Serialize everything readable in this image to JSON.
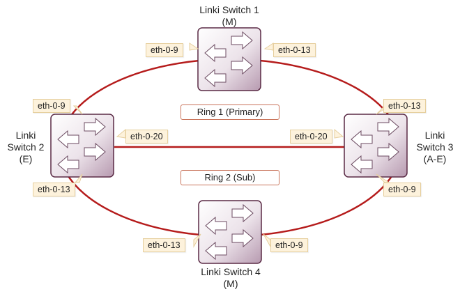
{
  "switches": {
    "s1": {
      "line1": "Linki Switch 1",
      "line2": "(M)"
    },
    "s2": {
      "line1": "Linki",
      "line2": "Switch 2",
      "line3": "(E)"
    },
    "s3": {
      "line1": "Linki",
      "line2": "Switch 3",
      "line3": "(A-E)"
    },
    "s4": {
      "line1": "Linki Switch 4",
      "line2": "(M)"
    }
  },
  "ports": {
    "s1_left": "eth-0-9",
    "s1_right": "eth-0-13",
    "s2_top": "eth-0-9",
    "s2_right": "eth-0-20",
    "s2_bottom": "eth-0-13",
    "s3_top": "eth-0-13",
    "s3_left": "eth-0-20",
    "s3_bottom": "eth-0-9",
    "s4_left": "eth-0-13",
    "s4_right": "eth-0-9"
  },
  "rings": {
    "ring1": "Ring 1 (Primary)",
    "ring2": "Ring 2 (Sub)"
  },
  "colors": {
    "link": "#b51b1b",
    "switch_border": "#5a2a45",
    "port_fill": "#fdf2dc"
  },
  "icons": {
    "switch": "network-switch-arrows-icon"
  }
}
